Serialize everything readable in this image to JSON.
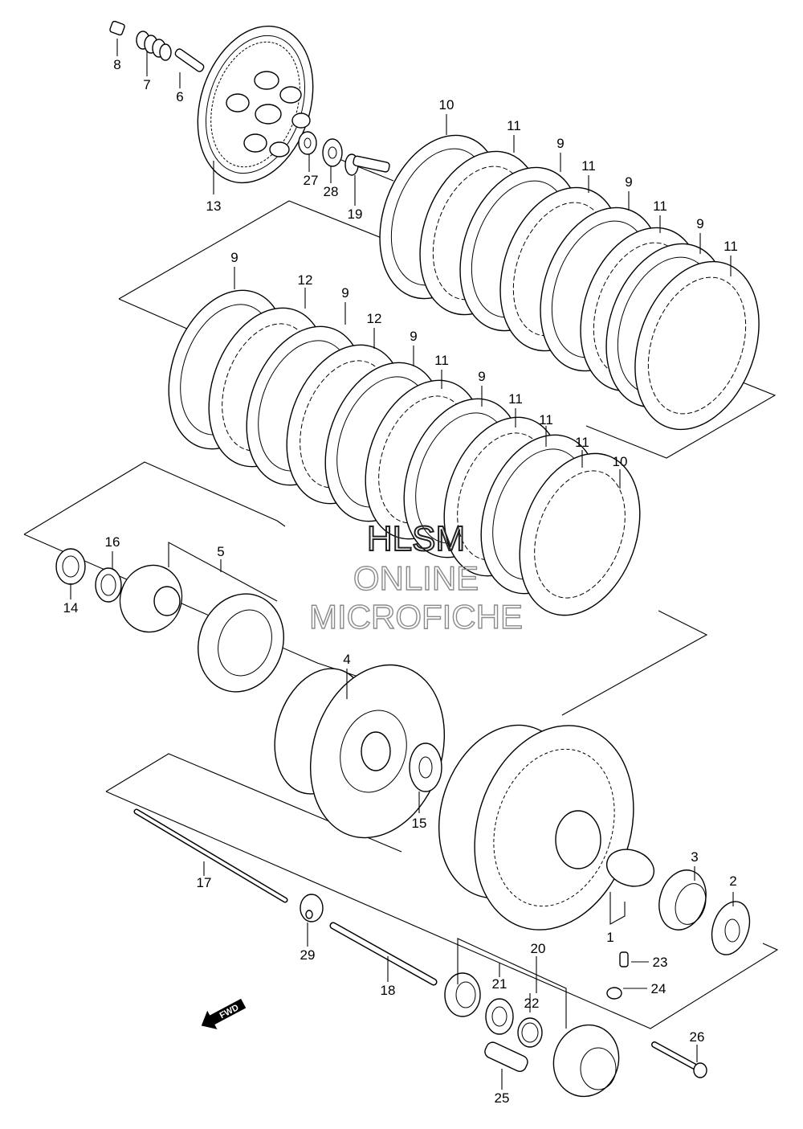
{
  "watermark": {
    "line1": "HLSM",
    "line2": "ONLINE",
    "line3": "MICROFICHE"
  },
  "direction_arrow": {
    "label": "FWD",
    "icon": "arrow-left-icon"
  },
  "part_labels": [
    "1",
    "2",
    "3",
    "4",
    "5",
    "6",
    "7",
    "8",
    "9",
    "9",
    "9",
    "9",
    "9",
    "9",
    "9",
    "10",
    "10",
    "11",
    "11",
    "11",
    "11",
    "11",
    "11",
    "11",
    "11",
    "12",
    "12",
    "13",
    "14",
    "15",
    "16",
    "17",
    "18",
    "19",
    "20",
    "21",
    "22",
    "23",
    "24",
    "25",
    "26",
    "27",
    "28",
    "29"
  ]
}
